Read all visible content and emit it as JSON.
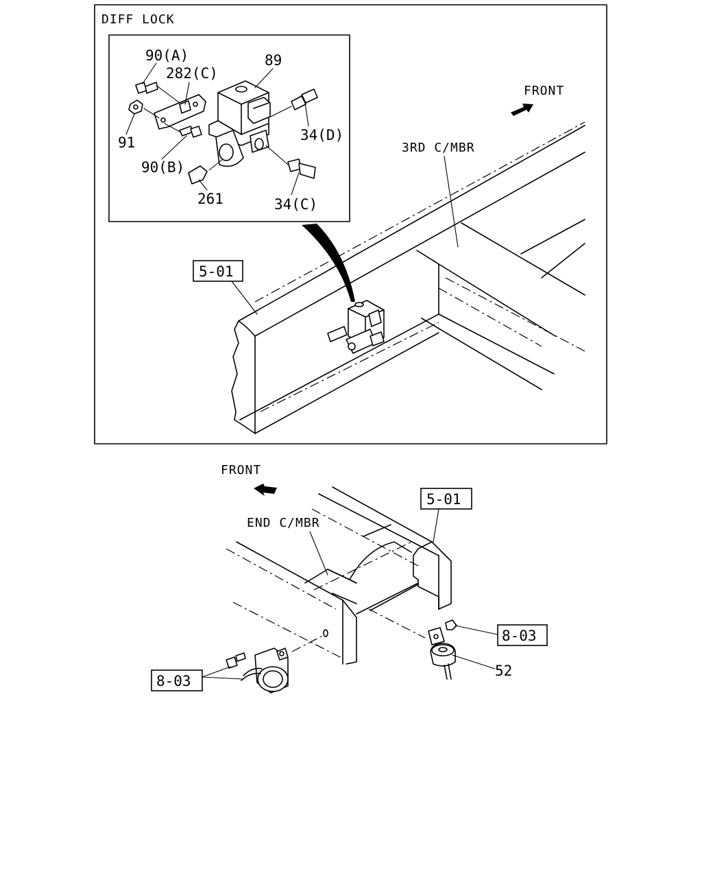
{
  "top_panel": {
    "title": "DIFF LOCK",
    "front_label": "FRONT",
    "member_label": "3RD C/MBR",
    "ref_label": "5-01"
  },
  "detail_callouts": {
    "c90a": "90(A)",
    "c282c": "282(C)",
    "c89": "89",
    "c34d": "34(D)",
    "c91": "91",
    "c90b": "90(B)",
    "c261": "261",
    "c34c": "34(C)"
  },
  "bottom_panel": {
    "front_label": "FRONT",
    "member_label": "END C/MBR",
    "ref_5_01": "5-01",
    "ref_8_03_right": "8-03",
    "ref_8_03_left": "8-03",
    "c52": "52"
  }
}
